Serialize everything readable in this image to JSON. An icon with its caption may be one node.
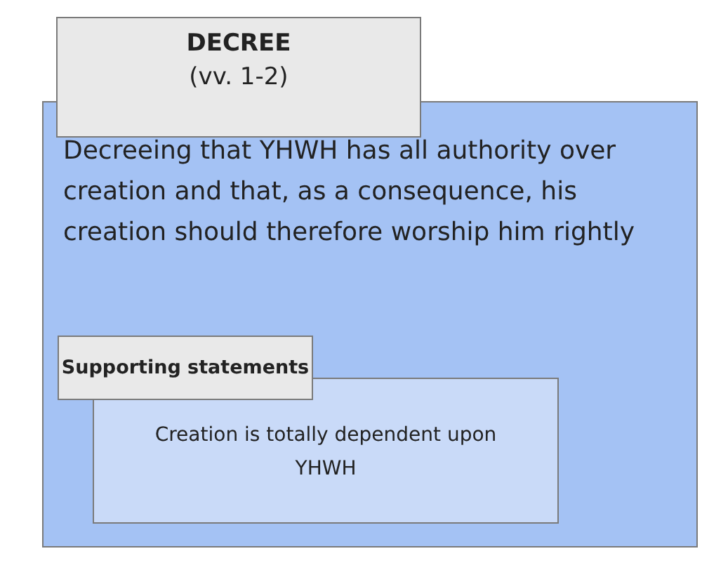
{
  "diagram": {
    "nodes": [
      {
        "text": [
          "Decreeing that YHWH has all authority over creation and that, as a consequence,  his creation should therefore worship him rightly"
        ]
      },
      {
        "text": [
          "DECREE",
          "(vv. 1-2)"
        ]
      },
      {
        "text": [
          "Creation is totally dependent upon YHWH"
        ],
        "in": 0
      },
      {
        "text": [
          "Supporting statements"
        ],
        "in": 0
      }
    ]
  }
}
